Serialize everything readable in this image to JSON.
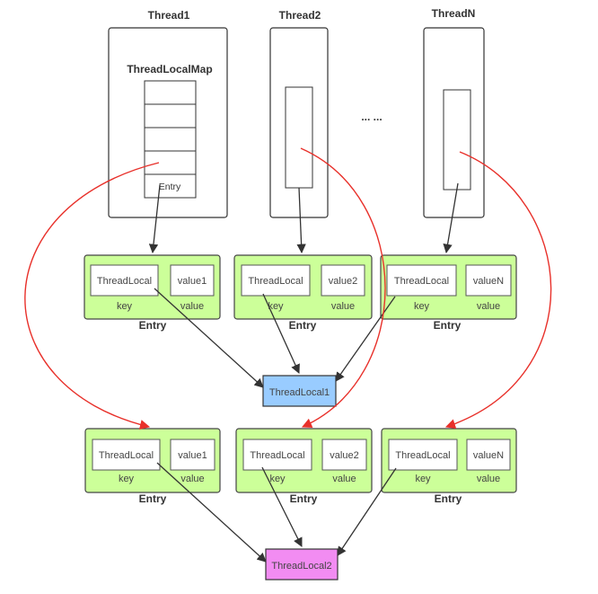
{
  "threads": [
    {
      "title": "Thread1",
      "map_label": "ThreadLocalMap",
      "entry_label": "Entry"
    },
    {
      "title": "Thread2"
    },
    {
      "title": "ThreadN"
    }
  ],
  "ellipsis": "... ...",
  "entry_groups": [
    {
      "entries": [
        {
          "key_text": "ThreadLocal",
          "value_text": "value1",
          "key_caption": "key",
          "value_caption": "value",
          "entry_caption": "Entry"
        },
        {
          "key_text": "ThreadLocal",
          "value_text": "value2",
          "key_caption": "key",
          "value_caption": "value",
          "entry_caption": "Entry"
        },
        {
          "key_text": "ThreadLocal",
          "value_text": "valueN",
          "key_caption": "key",
          "value_caption": "value",
          "entry_caption": "Entry"
        }
      ],
      "target": {
        "label": "ThreadLocal1",
        "color": "#99ccff"
      }
    },
    {
      "entries": [
        {
          "key_text": "ThreadLocal",
          "value_text": "value1",
          "key_caption": "key",
          "value_caption": "value",
          "entry_caption": "Entry"
        },
        {
          "key_text": "ThreadLocal",
          "value_text": "value2",
          "key_caption": "key",
          "value_caption": "value",
          "entry_caption": "Entry"
        },
        {
          "key_text": "ThreadLocal",
          "value_text": "valueN",
          "key_caption": "key",
          "value_caption": "value",
          "entry_caption": "Entry"
        }
      ],
      "target": {
        "label": "ThreadLocal2",
        "color": "#f28cf2"
      }
    }
  ],
  "colors": {
    "entry_fill": "#ccff99",
    "entry_stroke": "#444444",
    "arrow_dark": "#333333",
    "arrow_red": "#e8302a"
  }
}
